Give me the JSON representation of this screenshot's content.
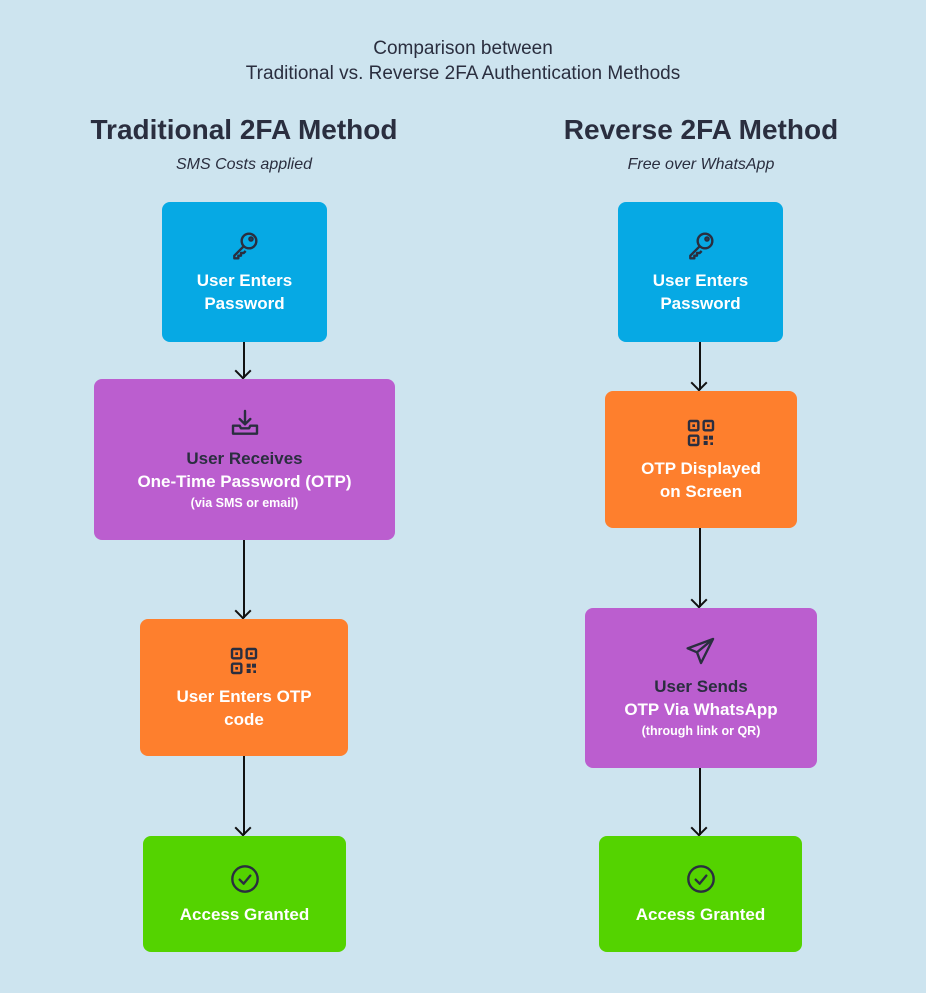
{
  "title": {
    "line1": "Comparison between",
    "line2": "Traditional vs. Reverse 2FA Authentication Methods"
  },
  "traditional": {
    "heading": "Traditional 2FA Method",
    "subtitle": "SMS Costs applied",
    "steps": [
      {
        "icon": "key-icon",
        "line1": "User Enters",
        "line2": "Password"
      },
      {
        "icon": "download-inbox-icon",
        "line1": "User Receives",
        "line2": "One-Time Password (OTP)",
        "note": "(via SMS or email)"
      },
      {
        "icon": "qr-code-icon",
        "line1": "User Enters OTP",
        "line2": "code"
      },
      {
        "icon": "check-circle-icon",
        "line1": "Access Granted"
      }
    ]
  },
  "reverse": {
    "heading": "Reverse 2FA Method",
    "subtitle": "Free over WhatsApp",
    "steps": [
      {
        "icon": "key-icon",
        "line1": "User Enters",
        "line2": "Password"
      },
      {
        "icon": "qr-code-icon",
        "line1": "OTP Displayed",
        "line2": "on Screen"
      },
      {
        "icon": "send-icon",
        "line1": "User Sends",
        "line2": "OTP Via WhatsApp",
        "note": "(through link or QR)"
      },
      {
        "icon": "check-circle-icon",
        "line1": "Access Granted"
      }
    ]
  },
  "colors": {
    "background": "#cde4ef",
    "blue": "#06a9e4",
    "purple": "#bb5ecf",
    "orange": "#fe7f2d",
    "green": "#54d300"
  }
}
